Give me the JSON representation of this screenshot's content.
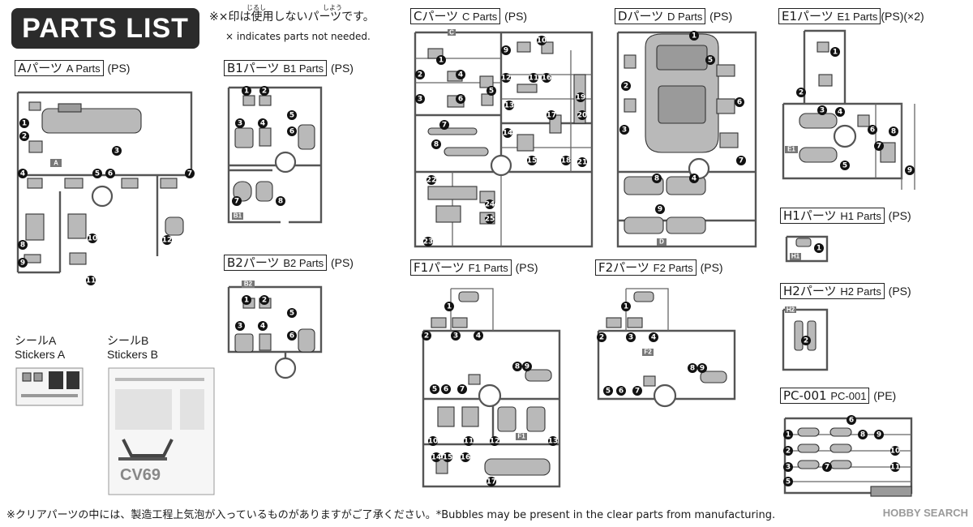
{
  "header": {
    "title": "PARTS LIST",
    "furigana_1": "じるし",
    "furigana_2": "しよう",
    "note_jp": "※×印は使用しないパーツです。",
    "note_en": "× indicates parts not needed."
  },
  "sections": {
    "A": {
      "jp": "Aパーツ",
      "en": "A Parts",
      "mat": "(PS)"
    },
    "B1": {
      "jp": "B1パーツ",
      "en": "B1 Parts",
      "mat": "(PS)"
    },
    "B2": {
      "jp": "B2パーツ",
      "en": "B2 Parts",
      "mat": "(PS)"
    },
    "C": {
      "jp": "Cパーツ",
      "en": "C Parts",
      "mat": "(PS)"
    },
    "D": {
      "jp": "Dパーツ",
      "en": "D Parts",
      "mat": "(PS)"
    },
    "E1": {
      "jp": "E1パーツ",
      "en": "E1 Parts",
      "mat": "(PS)",
      "qty": "(×2)"
    },
    "F1": {
      "jp": "F1パーツ",
      "en": "F1 Parts",
      "mat": "(PS)"
    },
    "F2": {
      "jp": "F2パーツ",
      "en": "F2 Parts",
      "mat": "(PS)"
    },
    "H1": {
      "jp": "H1パーツ",
      "en": "H1 Parts",
      "mat": "(PS)"
    },
    "H2": {
      "jp": "H2パーツ",
      "en": "H2 Parts",
      "mat": "(PS)"
    },
    "PC": {
      "jp": "PC-001",
      "en": "PC-001",
      "mat": "(PE)"
    }
  },
  "stickers": {
    "a_jp": "シールA",
    "a_en": "Stickers A",
    "b_jp": "シールB",
    "b_en": "Stickers B",
    "b_code": "CV69"
  },
  "runner_tags": {
    "A": "A",
    "B1": "B1",
    "B2": "B2",
    "C": "C",
    "D": "D",
    "E1": "E1",
    "F1": "F1",
    "F2": "F2",
    "H1": "H1",
    "H2": "H2"
  },
  "runner_numbers": {
    "A": [
      "1",
      "2",
      "3",
      "4",
      "5",
      "6",
      "7",
      "8",
      "9",
      "10",
      "11",
      "12"
    ],
    "B1": [
      "1",
      "2",
      "3",
      "4",
      "5",
      "6",
      "7",
      "8"
    ],
    "B2": [
      "1",
      "2",
      "3",
      "4",
      "5",
      "6"
    ],
    "C": [
      "1",
      "2",
      "3",
      "4",
      "5",
      "6",
      "7",
      "8",
      "9",
      "10",
      "11",
      "12",
      "13",
      "14",
      "15",
      "16",
      "17",
      "18",
      "19",
      "20",
      "21",
      "22",
      "23",
      "24",
      "25"
    ],
    "D": [
      "1",
      "2",
      "3",
      "4",
      "5",
      "6",
      "7",
      "8",
      "9"
    ],
    "E1": [
      "1",
      "2",
      "3",
      "4",
      "5",
      "6",
      "7",
      "8",
      "9"
    ],
    "F1": [
      "1",
      "2",
      "3",
      "4",
      "5",
      "6",
      "7",
      "8",
      "9",
      "10",
      "11",
      "12",
      "13",
      "14",
      "15",
      "16",
      "17"
    ],
    "F2": [
      "1",
      "2",
      "3",
      "4",
      "5",
      "6",
      "7",
      "8",
      "9"
    ],
    "H1": [
      "1"
    ],
    "H2": [
      "2"
    ],
    "PC": [
      "1",
      "2",
      "3",
      "5",
      "6",
      "7",
      "8",
      "9",
      "10",
      "11"
    ]
  },
  "footer": {
    "jp": "※クリアパーツの中には、製造工程上気泡が入っているものがありますがご了承ください。",
    "en": "*Bubbles may be present in the clear parts from manufacturing."
  },
  "watermark": "HOBBY SEARCH"
}
